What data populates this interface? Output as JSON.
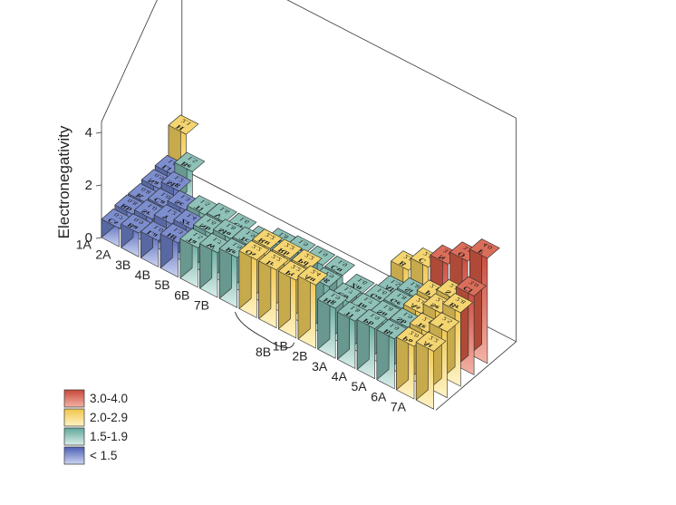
{
  "chart_data": {
    "type": "bar3d",
    "ylabel": "Electronegativity",
    "y_ticks": [
      "0",
      "2",
      "4"
    ],
    "ylim": [
      0,
      4
    ],
    "group_labels": [
      "1A",
      "2A",
      "3B",
      "4B",
      "5B",
      "6B",
      "7B",
      "8B",
      "1B",
      "2B",
      "3A",
      "4A",
      "5A",
      "6A",
      "7A"
    ],
    "legend": [
      {
        "label": "3.0-4.0",
        "color": "#d65a44"
      },
      {
        "label": "2.0-2.9",
        "color": "#f3cf5c"
      },
      {
        "label": "1.5-1.9",
        "color": "#7fb9ae"
      },
      {
        "label": "< 1.5",
        "color": "#6b7fc7"
      }
    ],
    "elements": [
      {
        "symbol": "H",
        "value": 2.1,
        "period": 1,
        "group": 1
      },
      {
        "symbol": "Li",
        "value": 1.0,
        "period": 2,
        "group": 1
      },
      {
        "symbol": "Be",
        "value": 1.5,
        "period": 2,
        "group": 2
      },
      {
        "symbol": "Na",
        "value": 0.9,
        "period": 3,
        "group": 1
      },
      {
        "symbol": "Mg",
        "value": 1.2,
        "period": 3,
        "group": 2
      },
      {
        "symbol": "K",
        "value": 0.8,
        "period": 4,
        "group": 1
      },
      {
        "symbol": "Ca",
        "value": 1.0,
        "period": 4,
        "group": 2
      },
      {
        "symbol": "Sc",
        "value": 1.3,
        "period": 4,
        "group": 3
      },
      {
        "symbol": "Ti",
        "value": 1.5,
        "period": 4,
        "group": 4
      },
      {
        "symbol": "V",
        "value": 1.6,
        "period": 4,
        "group": 5
      },
      {
        "symbol": "Cr",
        "value": 1.6,
        "period": 4,
        "group": 6
      },
      {
        "symbol": "Mn",
        "value": 1.5,
        "period": 4,
        "group": 7
      },
      {
        "symbol": "Fe",
        "value": 1.8,
        "period": 4,
        "group": 8
      },
      {
        "symbol": "Co",
        "value": 1.9,
        "period": 4,
        "group": 9
      },
      {
        "symbol": "Ni",
        "value": 1.9,
        "period": 4,
        "group": 10
      },
      {
        "symbol": "Cu",
        "value": 1.9,
        "period": 4,
        "group": 11
      },
      {
        "symbol": "Zn",
        "value": 1.6,
        "period": 4,
        "group": 12
      },
      {
        "symbol": "Ga",
        "value": 1.6,
        "period": 4,
        "group": 13
      },
      {
        "symbol": "Ge",
        "value": 1.8,
        "period": 4,
        "group": 14
      },
      {
        "symbol": "As",
        "value": 2.0,
        "period": 4,
        "group": 15
      },
      {
        "symbol": "Se",
        "value": 2.4,
        "period": 4,
        "group": 16
      },
      {
        "symbol": "Br",
        "value": 2.8,
        "period": 4,
        "group": 17
      },
      {
        "symbol": "Rb",
        "value": 0.8,
        "period": 5,
        "group": 1
      },
      {
        "symbol": "Sr",
        "value": 1.0,
        "period": 5,
        "group": 2
      },
      {
        "symbol": "Y",
        "value": 1.2,
        "period": 5,
        "group": 3
      },
      {
        "symbol": "Zr",
        "value": 1.4,
        "period": 5,
        "group": 4
      },
      {
        "symbol": "Nb",
        "value": 1.6,
        "period": 5,
        "group": 5
      },
      {
        "symbol": "Mo",
        "value": 1.8,
        "period": 5,
        "group": 6
      },
      {
        "symbol": "Tc",
        "value": 1.9,
        "period": 5,
        "group": 7
      },
      {
        "symbol": "Ru",
        "value": 2.2,
        "period": 5,
        "group": 8
      },
      {
        "symbol": "Rh",
        "value": 2.2,
        "period": 5,
        "group": 9
      },
      {
        "symbol": "Pd",
        "value": 2.2,
        "period": 5,
        "group": 10
      },
      {
        "symbol": "Ag",
        "value": 1.9,
        "period": 5,
        "group": 11
      },
      {
        "symbol": "Cd",
        "value": 1.7,
        "period": 5,
        "group": 12
      },
      {
        "symbol": "In",
        "value": 1.7,
        "period": 5,
        "group": 13
      },
      {
        "symbol": "Sn",
        "value": 1.8,
        "period": 5,
        "group": 14
      },
      {
        "symbol": "Sb",
        "value": 1.9,
        "period": 5,
        "group": 15
      },
      {
        "symbol": "Te",
        "value": 2.1,
        "period": 5,
        "group": 16
      },
      {
        "symbol": "I",
        "value": 2.5,
        "period": 5,
        "group": 17
      },
      {
        "symbol": "Cs",
        "value": 0.7,
        "period": 6,
        "group": 1
      },
      {
        "symbol": "Ba",
        "value": 0.9,
        "period": 6,
        "group": 2
      },
      {
        "symbol": "La",
        "value": 1.0,
        "period": 6,
        "group": 3
      },
      {
        "symbol": "Hf",
        "value": 1.3,
        "period": 6,
        "group": 4
      },
      {
        "symbol": "Ta",
        "value": 1.5,
        "period": 6,
        "group": 5
      },
      {
        "symbol": "W",
        "value": 1.7,
        "period": 6,
        "group": 6
      },
      {
        "symbol": "Re",
        "value": 1.9,
        "period": 6,
        "group": 7
      },
      {
        "symbol": "Os",
        "value": 2.2,
        "period": 6,
        "group": 8
      },
      {
        "symbol": "Ir",
        "value": 2.2,
        "period": 6,
        "group": 9
      },
      {
        "symbol": "Pt",
        "value": 2.2,
        "period": 6,
        "group": 10
      },
      {
        "symbol": "Au",
        "value": 2.4,
        "period": 6,
        "group": 11
      },
      {
        "symbol": "Hg",
        "value": 1.9,
        "period": 6,
        "group": 12
      },
      {
        "symbol": "Tl",
        "value": 1.8,
        "period": 6,
        "group": 13
      },
      {
        "symbol": "Pb",
        "value": 1.9,
        "period": 6,
        "group": 14
      },
      {
        "symbol": "Bi",
        "value": 1.9,
        "period": 6,
        "group": 15
      },
      {
        "symbol": "Po",
        "value": 2.0,
        "period": 6,
        "group": 16
      },
      {
        "symbol": "At",
        "value": 2.2,
        "period": 6,
        "group": 17
      },
      {
        "symbol": "B",
        "value": 2.0,
        "period": 2,
        "group": 13
      },
      {
        "symbol": "C",
        "value": 2.5,
        "period": 2,
        "group": 14
      },
      {
        "symbol": "N",
        "value": 3.0,
        "period": 2,
        "group": 15
      },
      {
        "symbol": "O",
        "value": 3.5,
        "period": 2,
        "group": 16
      },
      {
        "symbol": "F",
        "value": 4.0,
        "period": 2,
        "group": 17
      },
      {
        "symbol": "Al",
        "value": 1.5,
        "period": 3,
        "group": 13
      },
      {
        "symbol": "Si",
        "value": 1.8,
        "period": 3,
        "group": 14
      },
      {
        "symbol": "P",
        "value": 2.1,
        "period": 3,
        "group": 15
      },
      {
        "symbol": "S",
        "value": 2.5,
        "period": 3,
        "group": 16
      },
      {
        "symbol": "Cl",
        "value": 3.0,
        "period": 3,
        "group": 17
      }
    ]
  }
}
